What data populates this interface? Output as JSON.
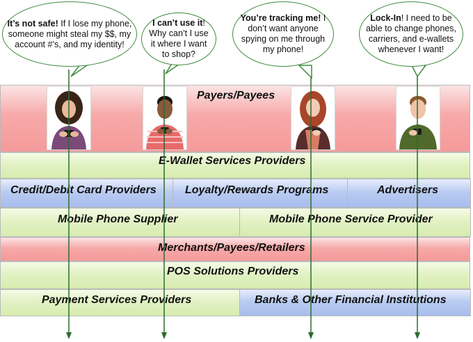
{
  "bubbles": [
    {
      "bold": "It’s not safe!",
      "rest": " If I lose my phone, someone might steal my $$, my account #’s, and my identity!"
    },
    {
      "bold": "I can’t use it",
      "rest": "! Why can’t I use it where I want to shop?"
    },
    {
      "bold": "You’re tracking me!",
      "rest": " I don’t want anyone spying on me through my phone!"
    },
    {
      "bold": "Lock-In",
      "rest": "! I need to be able to change phones, carriers, and e-wallets whenever I want!"
    }
  ],
  "layers": {
    "payers": "Payers/Payees",
    "ewallet": "E-Wallet Services Providers",
    "card": "Credit/Debit Card Providers",
    "loyalty": "Loyalty/Rewards Programs",
    "advertisers": "Advertisers",
    "phone_supplier": "Mobile Phone Supplier",
    "phone_service": "Mobile Phone Service Provider",
    "merchants": "Merchants/Payees/Retailers",
    "pos": "POS Solutions Providers",
    "payment": "Payment Services Providers",
    "banks": "Banks & Other Financial Institutions"
  },
  "colors": {
    "red_band": "#f7a9a9",
    "green_band": "#dff0c0",
    "blue_band": "#b3c6ef",
    "arrow": "#2e6b2e"
  },
  "people": [
    "woman-curly-hair-phone",
    "man-striped-shirt-phone",
    "woman-red-hair-phone",
    "man-green-shirt-phone"
  ]
}
